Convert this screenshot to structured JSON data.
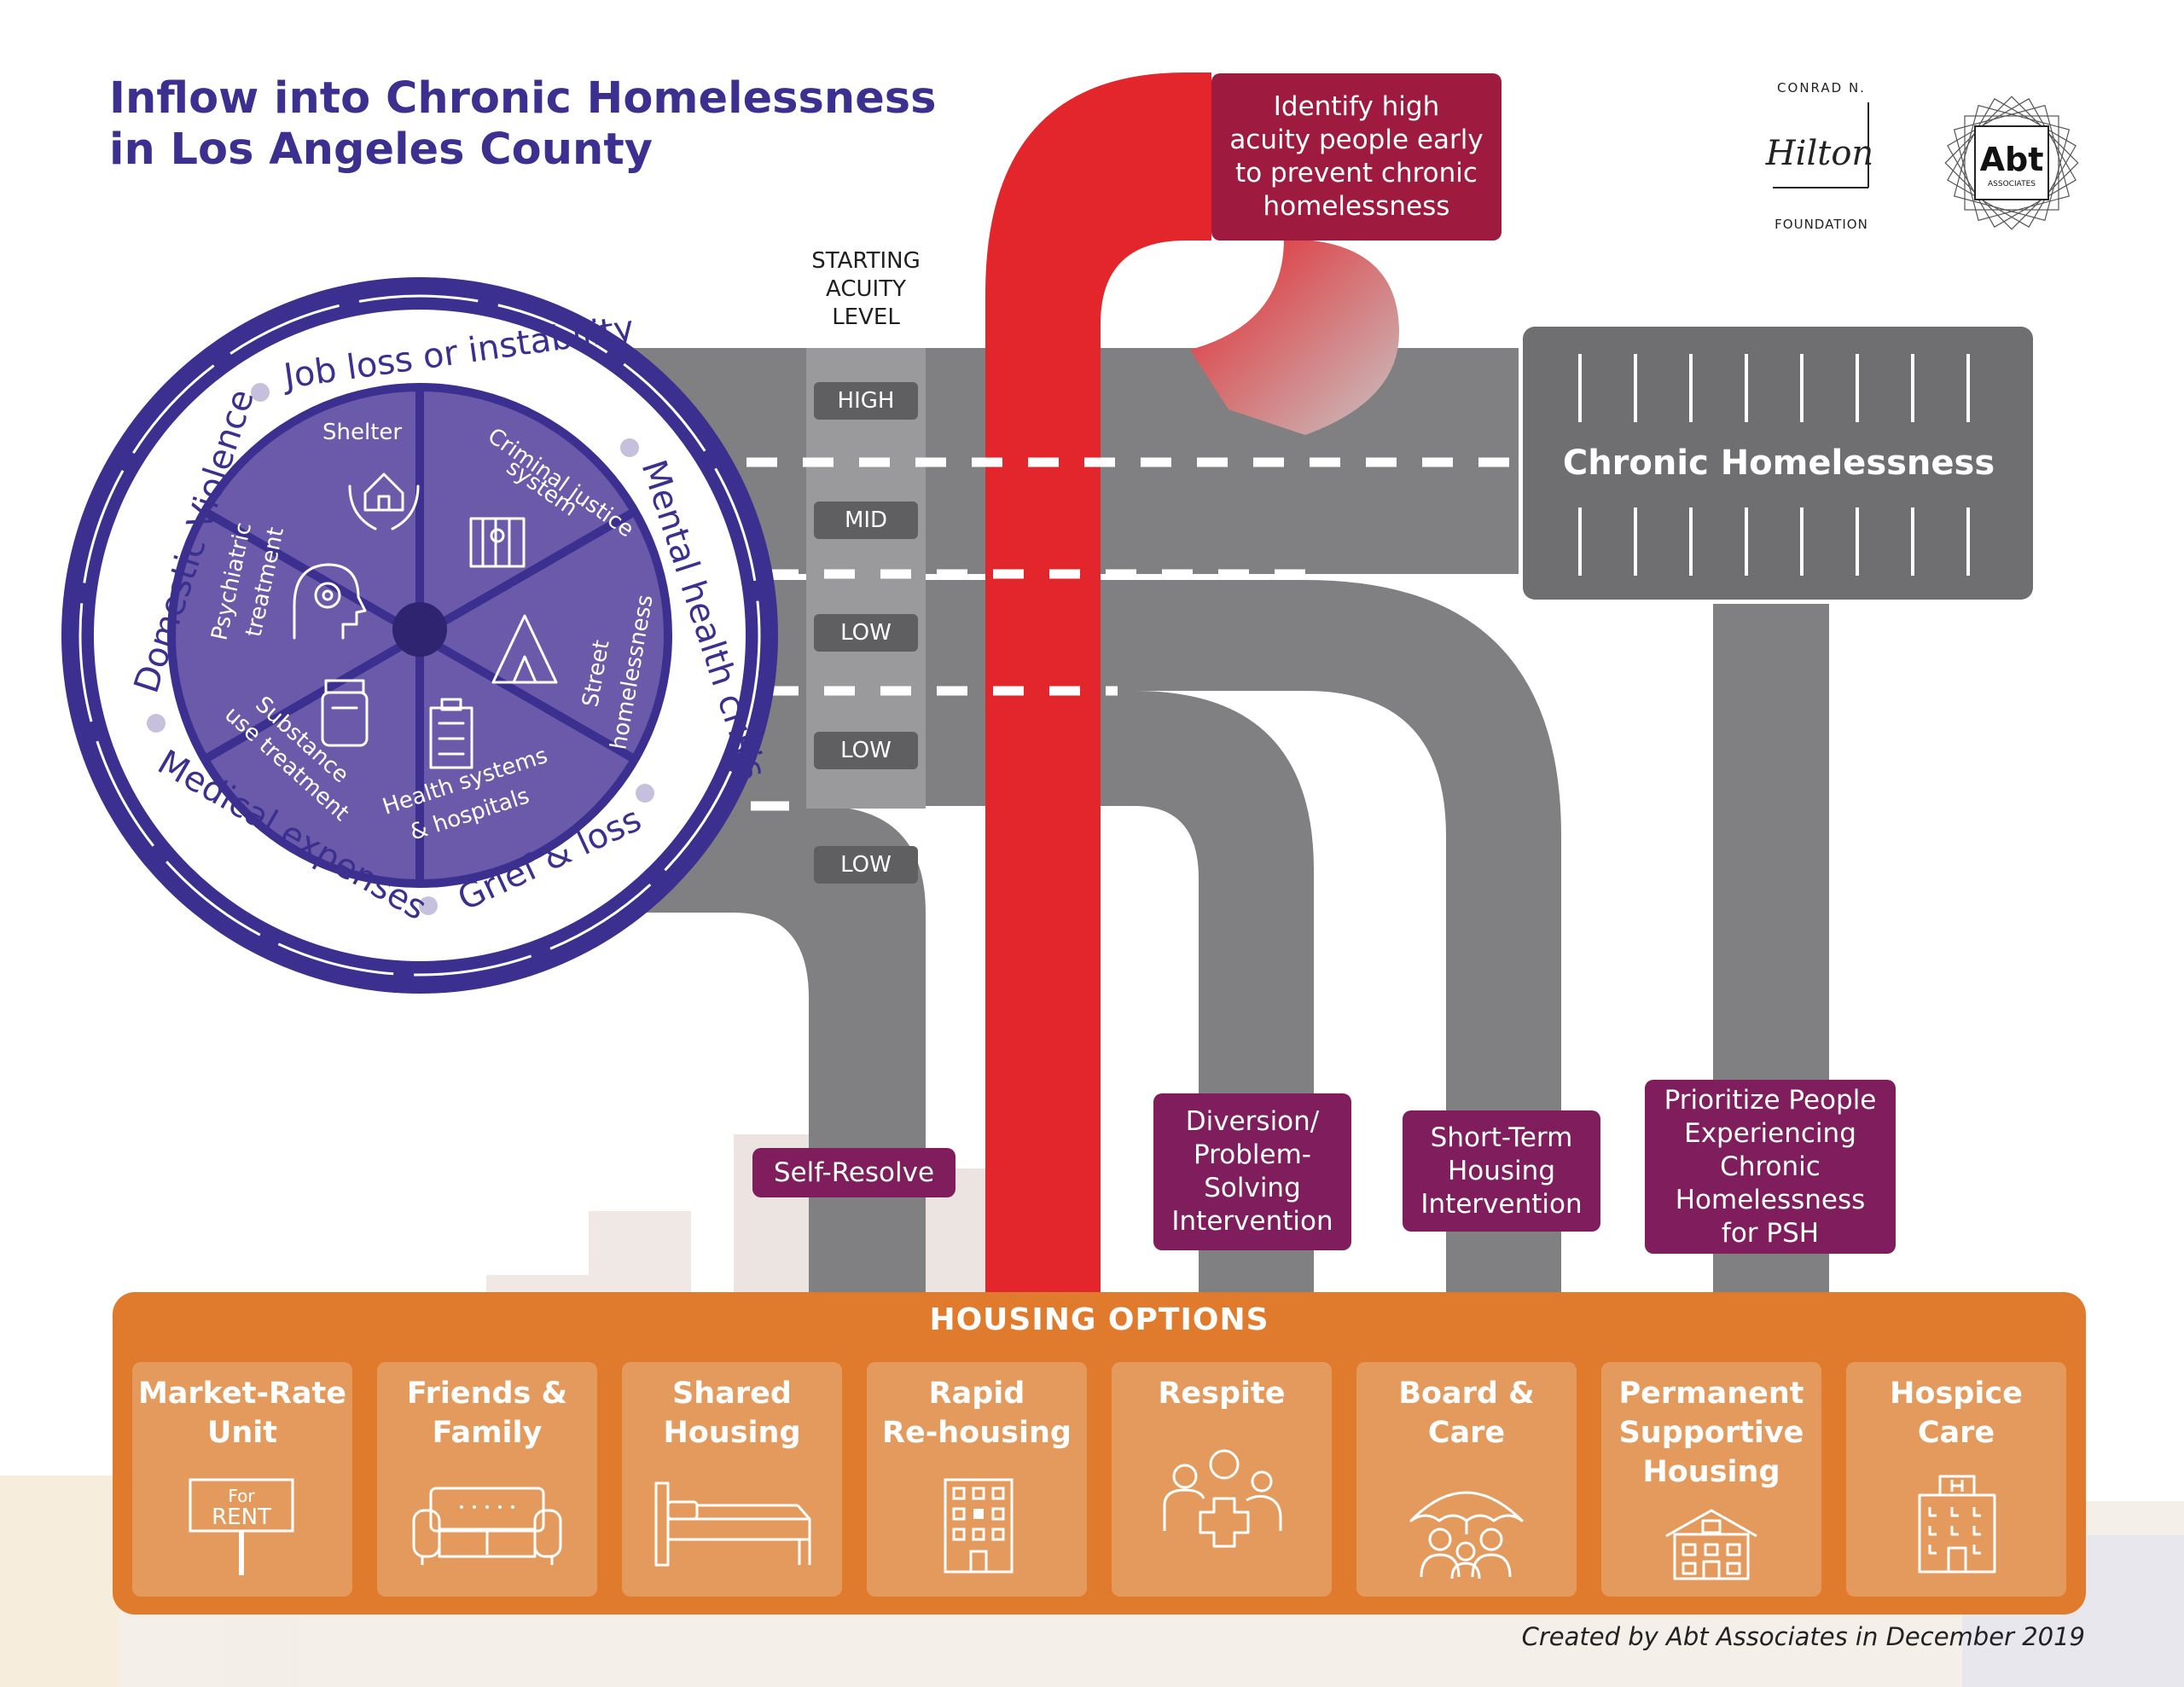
{
  "title": {
    "line1": "Inflow into Chronic Homelessness",
    "line2": "in Los Angeles County"
  },
  "logos": {
    "hilton": {
      "top": "CONRAD N.",
      "script": "Hilton",
      "bottom": "FOUNDATION"
    },
    "abt": {
      "name": "Abt",
      "sub": "ASSOCIATES"
    }
  },
  "callout_top": [
    "Identify high",
    "acuity people early",
    "to prevent chronic",
    "homelessness"
  ],
  "acuity": {
    "heading": [
      "STARTING",
      "ACUITY",
      "LEVEL"
    ],
    "levels": [
      "HIGH",
      "MID",
      "LOW",
      "LOW",
      "LOW"
    ]
  },
  "destination": {
    "label": "Chronic Homelessness"
  },
  "wheel": {
    "causes": [
      "Job loss or instability",
      "Mental health crisis",
      "Grief & loss",
      "Medical expenses",
      "Domestic Violence"
    ],
    "systems": [
      {
        "label": [
          "Shelter"
        ],
        "icon": "shelter-hands-house-icon"
      },
      {
        "label": [
          "Criminal justice",
          "system"
        ],
        "icon": "jail-bars-person-icon"
      },
      {
        "label": [
          "Street",
          "homelessness"
        ],
        "icon": "tent-icon"
      },
      {
        "label": [
          "Health systems",
          "& hospitals"
        ],
        "icon": "hospital-building-icon"
      },
      {
        "label": [
          "Substance",
          "use treatment"
        ],
        "icon": "pill-bottle-icon"
      },
      {
        "label": [
          "Psychiatric",
          "treatment"
        ],
        "icon": "head-brain-icon"
      }
    ]
  },
  "interventions": {
    "self_resolve": [
      "Self-Resolve"
    ],
    "diversion": [
      "Diversion/",
      "Problem-",
      "Solving",
      "Intervention"
    ],
    "short_term": [
      "Short-Term",
      "Housing",
      "Intervention"
    ],
    "prioritize": [
      "Prioritize People",
      "Experiencing",
      "Chronic",
      "Homelessness",
      "for PSH"
    ]
  },
  "housing": {
    "title": "HOUSING OPTIONS",
    "options": [
      {
        "label": [
          "Market-Rate",
          "Unit"
        ],
        "icon": "for-rent-sign-icon",
        "sign": [
          "For",
          "RENT"
        ]
      },
      {
        "label": [
          "Friends &",
          "Family"
        ],
        "icon": "sofa-icon"
      },
      {
        "label": [
          "Shared",
          "Housing"
        ],
        "icon": "bed-icon"
      },
      {
        "label": [
          "Rapid",
          "Re-housing"
        ],
        "icon": "apartment-building-icon"
      },
      {
        "label": [
          "Respite"
        ],
        "icon": "people-medical-cross-icon"
      },
      {
        "label": [
          "Board &",
          "Care"
        ],
        "icon": "umbrella-family-icon"
      },
      {
        "label": [
          "Permanent",
          "Supportive",
          "Housing"
        ],
        "icon": "house-icon"
      },
      {
        "label": [
          "Hospice",
          "Care"
        ],
        "icon": "hospice-building-icon"
      }
    ]
  },
  "credit": "Created by Abt Associates in December 2019",
  "colors": {
    "road": "#808083",
    "chronic_road": "#6f6f72",
    "red_path": "#e2262b",
    "wheel_purple": "#3b2f8f",
    "wheel_inner": "#6a5aa9",
    "plum": "#7f1d5d",
    "maroon": "#9e1b3f",
    "orange": "#e07a2c",
    "orange_tile": "#e49a5c"
  }
}
